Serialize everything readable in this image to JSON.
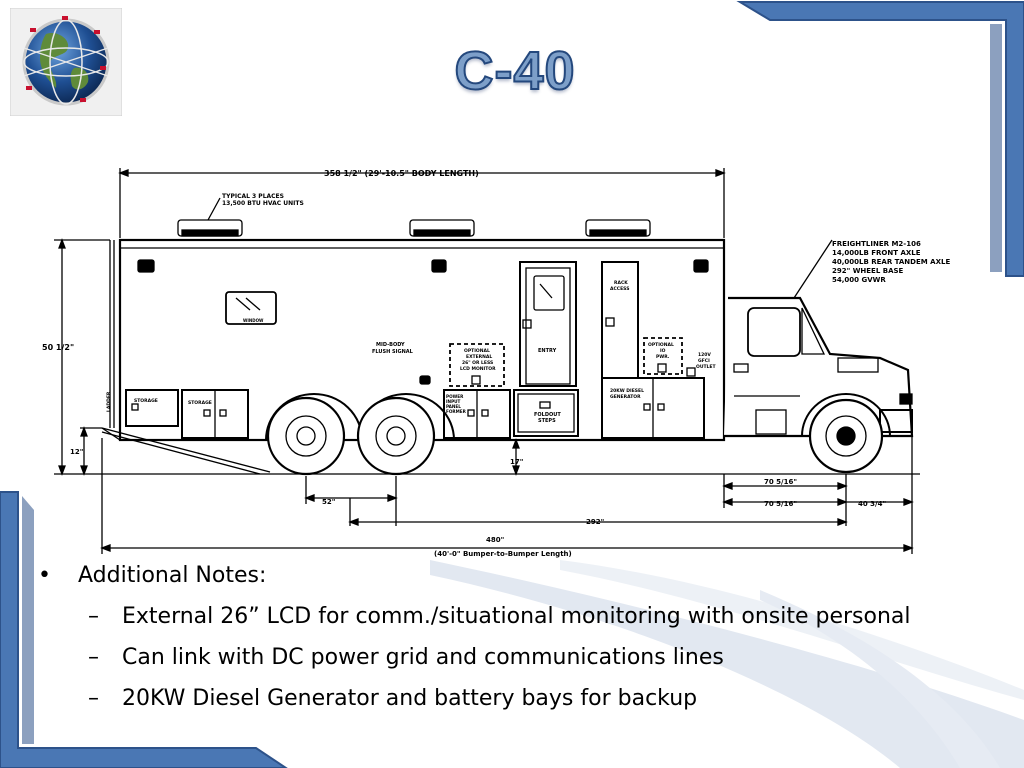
{
  "slide": {
    "title": "C-40",
    "colors": {
      "frame_blue": "#4a77b4",
      "frame_dark": "#2d528a",
      "title_fill": "#7d9fc9",
      "title_stroke": "#24487d",
      "swoosh": "#dfe6ef"
    },
    "logo_icon": "globe-icon"
  },
  "diagram": {
    "labels": {
      "body_length": "358 1/2\" (29'-10.5\" BODY LENGTH)",
      "hvac_line1": "TYPICAL 3 PLACES",
      "hvac_line2": "13,500 BTU HVAC UNITS",
      "truck_line1": "FREIGHTLINER M2-106",
      "truck_line2": "14,000LB FRONT AXLE",
      "truck_line3": "40,000LB REAR TANDEM AXLE",
      "truck_line4": "292\" WHEEL BASE",
      "truck_line5": "54,000 GVWR",
      "height": "50 1/2\"",
      "ground_clearance": "12\"",
      "step_height": "17\"",
      "axle_spacing": "52\"",
      "wheel_base": "292\"",
      "front_dim1": "70 5/16\"",
      "front_dim2": "70 5/16\"",
      "front_overhang": "40 3/4\"",
      "overall_length": "480\"",
      "overall_length_sub": "(40'-0\" Bumper-to-Bumper Length)",
      "window": "WINDOW",
      "mid_body_line1": "MID-BODY",
      "mid_body_line2": "FLUSH SIGNAL",
      "monitor_line1": "OPTIONAL",
      "monitor_line2": "EXTERNAL",
      "monitor_line3": "26\" OR LESS",
      "monitor_line4": "LCD MONITOR",
      "entry": "ENTRY",
      "rack_line1": "RACK",
      "rack_line2": "ACCESS",
      "pwr_line1": "OPTIONAL",
      "pwr_line2": "IO",
      "pwr_line3": "PWR.",
      "outlet_line1": "120V",
      "outlet_line2": "GFCI",
      "outlet_line3": "OUTLET",
      "storage1": "STORAGE",
      "storage2": "STORAGE",
      "power_line1": "POWER",
      "power_line2": "INPUT",
      "power_line3": "PANEL",
      "power_line4": "FORMER",
      "foldout_line1": "FOLDOUT",
      "foldout_line2": "STEPS",
      "generator_line1": "20KW DIESEL",
      "generator_line2": "GENERATOR",
      "ladder": "LADDER"
    }
  },
  "notes": {
    "bullet": "•",
    "heading": "Additional Notes:",
    "dash": "–",
    "items": [
      "External 26” LCD for comm./situational monitoring with onsite personal",
      "Can link with DC power grid and communications lines",
      "20KW Diesel Generator and battery bays for backup"
    ]
  }
}
